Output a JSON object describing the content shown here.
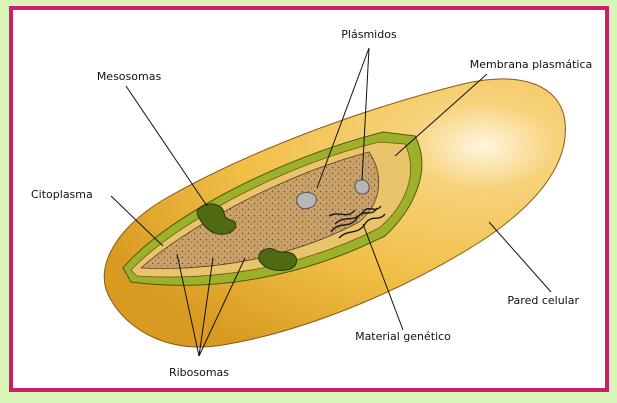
{
  "labels": {
    "plasmidos": "Plásmidos",
    "mesosomas": "Mesosomas",
    "membrana": "Membrana plasmática",
    "citoplasma": "Citoplasma",
    "pared": "Pared celular",
    "material": "Material genético",
    "ribosomas": "Ribosomas"
  },
  "colors": {
    "page_background": "#d9f5b8",
    "frame_border": "#cc1f6b",
    "cell_wall": "#f0be45",
    "membrane": "#8fa31e",
    "cytoplasm": "#c59c64",
    "mesosome": "#4f6a10"
  }
}
